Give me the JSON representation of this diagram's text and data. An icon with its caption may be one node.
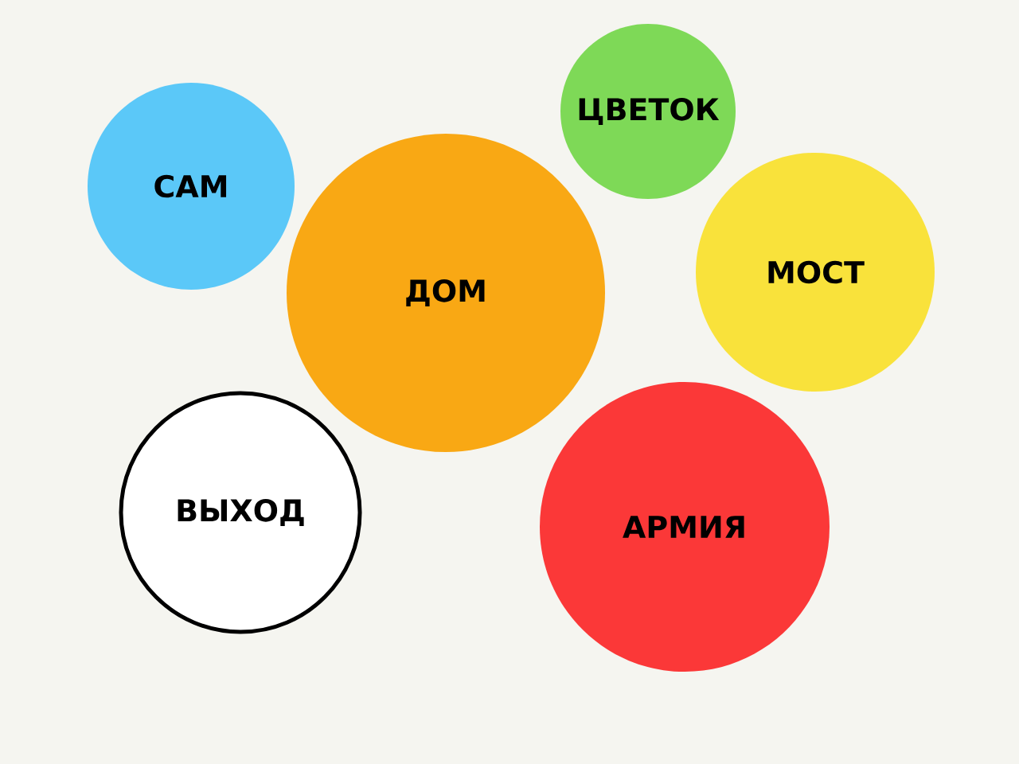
{
  "diagram": {
    "nodes": [
      {
        "text": [
          "САМ"
        ]
      },
      {
        "text": [
          "ЦВЕТОК"
        ]
      },
      {
        "text": [
          "ДОМ"
        ]
      },
      {
        "text": [
          "МОСТ"
        ]
      },
      {
        "text": [
          "ВЫХОД"
        ]
      },
      {
        "text": [
          "АРМИЯ"
        ]
      }
    ]
  }
}
